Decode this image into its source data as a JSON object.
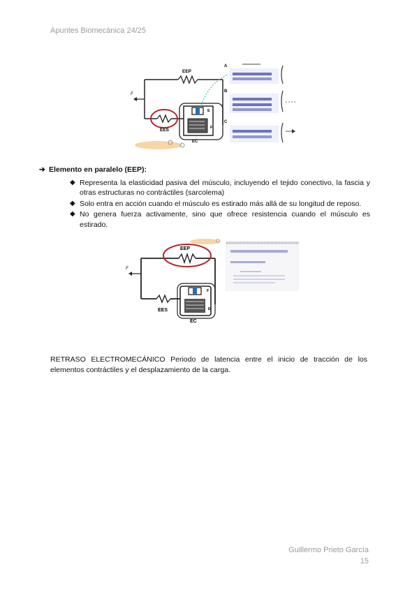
{
  "header": {
    "text": "Apuntes Biomecánica 24/25"
  },
  "figure1": {
    "label_eep": "EEP",
    "label_ees": "EES",
    "label_ec": "EC",
    "label_e": "E",
    "label_f": "F",
    "label_a": "A",
    "label_b": "B",
    "label_c": "C"
  },
  "section": {
    "arrow": "➔",
    "title": "Elemento en paralelo (EEP):",
    "bullets": [
      "Representa la elasticidad pasiva del músculo, incluyendo el tejido conectivo, la fascia y otras estructuras no contráctiles (sarcolema)",
      "Solo entra en acción cuando el músculo es estirado más allá de su longitud de reposo.",
      "No genera fuerza activamente, sino que ofrece resistencia cuando el músculo es estirado."
    ],
    "bullet_glyph": "◆"
  },
  "figure2": {
    "label_eep": "EEP",
    "label_ees": "EES",
    "label_ec": "EC",
    "label_e": "E",
    "label_f": "F"
  },
  "paragraph": {
    "text": "RETRASO ELECTROMECÁNICO Periodo de latencia entre el inicio de tracción de los elementos contráctiles y el desplazamiento de la carga."
  },
  "footer": {
    "name": "Guillermo Prieto García",
    "page": "15"
  }
}
